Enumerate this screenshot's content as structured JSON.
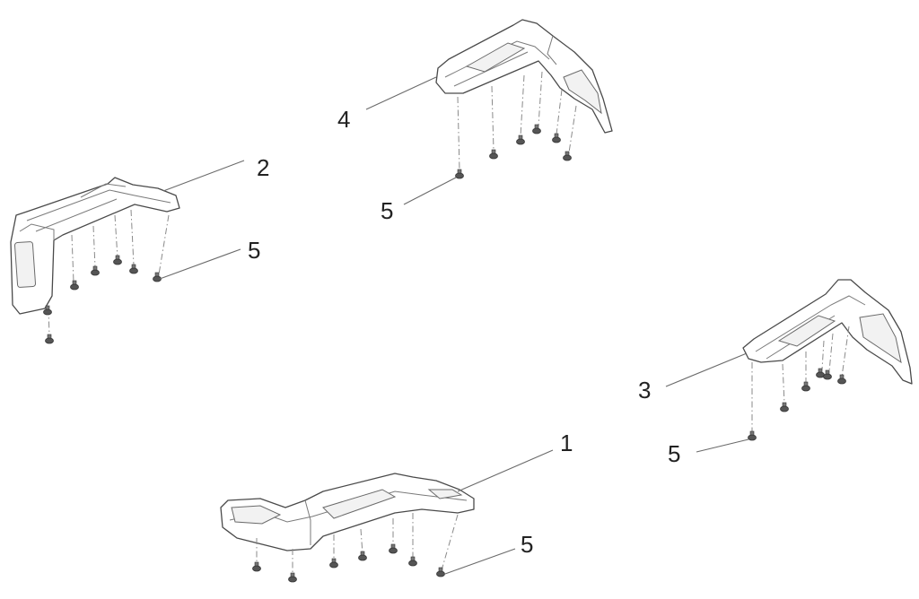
{
  "callouts": {
    "part1": "1",
    "part2": "2",
    "part3": "3",
    "part4": "4",
    "fastener_part2": "5",
    "fastener_part4": "5",
    "fastener_part3": "5",
    "fastener_part1": "5"
  },
  "colors": {
    "outline": "#4a4a4a",
    "label": "#222222",
    "background": "#ffffff"
  }
}
